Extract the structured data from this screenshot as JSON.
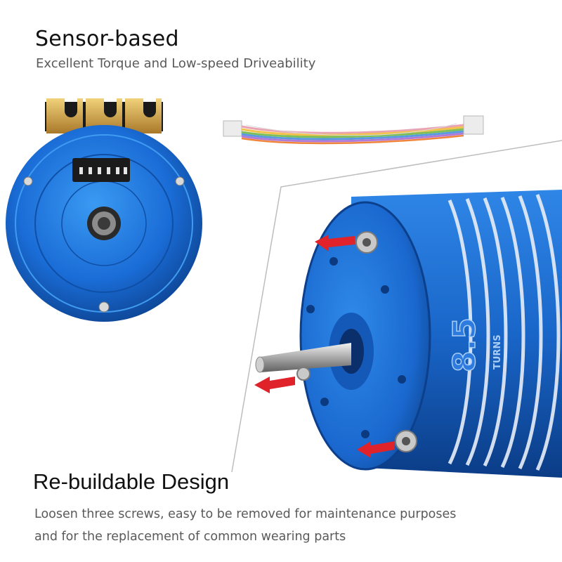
{
  "header": {
    "title": "Sensor-based",
    "subtitle": "Excellent Torque and Low-speed Driveability"
  },
  "footer": {
    "title": "Re-buildable Design",
    "description_lines": [
      "Loosen three screws, easy to be removed for maintenance purposes",
      "and for the replacement of common wearing parts"
    ]
  },
  "motor_label": {
    "number": "8.5",
    "unit": "TURNS"
  },
  "colors": {
    "motor_blue": "#1d6fd4",
    "motor_dark": "#0c3f8c",
    "arrow_red": "#e0222a",
    "gold": "#c89b3c"
  }
}
